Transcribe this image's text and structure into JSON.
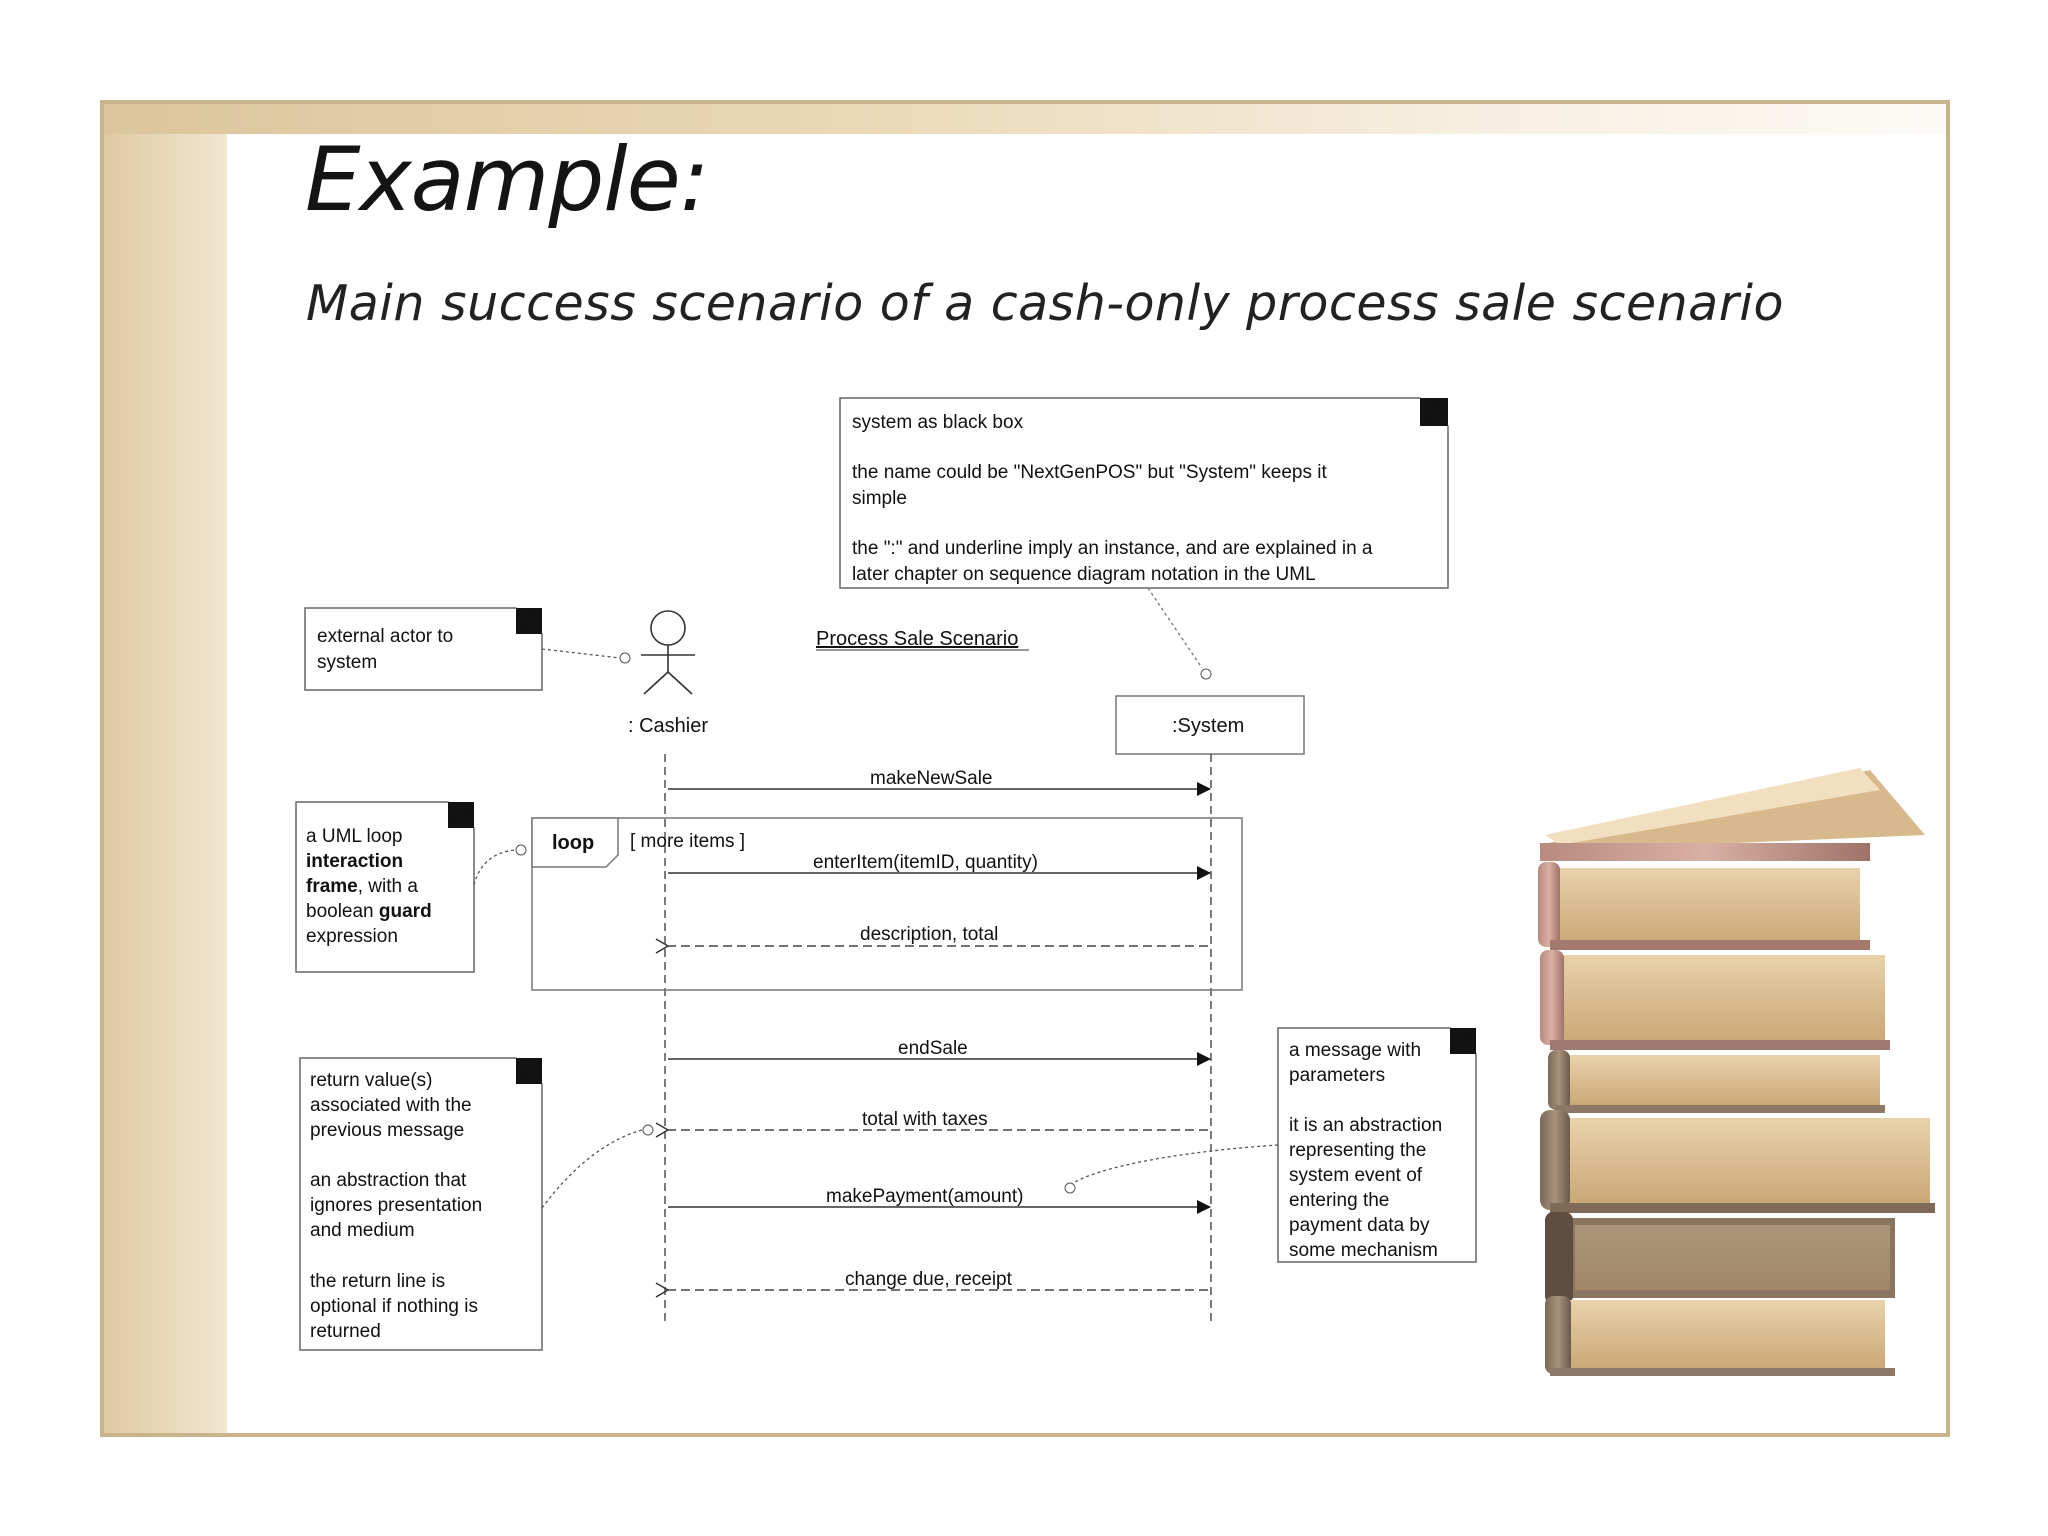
{
  "slide": {
    "title": "Example:",
    "subtitle": "Main success scenario of a cash-only process sale scenario"
  },
  "diagram": {
    "scenario_title": "Process Sale Scenario",
    "lifelines": {
      "actor": ": Cashier",
      "system": ":System"
    },
    "loop": {
      "keyword": "loop",
      "guard": "[ more items ]"
    },
    "messages": {
      "make_new_sale": "makeNewSale",
      "enter_item": "enterItem(itemID, quantity)",
      "description_total": "description, total",
      "end_sale": "endSale",
      "total_with_taxes": "total with taxes",
      "make_payment": "makePayment(amount)",
      "change_due": "change due, receipt"
    },
    "notes": {
      "black_box": [
        "system as black box",
        "the name could be \"NextGenPOS\" but \"System\" keeps it",
        "simple",
        "the \":\" and underline imply an instance, and are explained in a",
        "later chapter on sequence diagram notation in the UML"
      ],
      "actor": [
        "external actor to",
        "system"
      ],
      "loop_frame": {
        "l1": "a UML loop",
        "l2": "interaction",
        "l3a": "frame",
        "l3b": ", with a",
        "l4a": "boolean ",
        "l4b": "guard",
        "l5": "expression"
      },
      "return_value": [
        "return value(s)",
        "associated with the",
        "previous message",
        "an abstraction that",
        "ignores presentation",
        "and medium",
        "the return line is",
        "optional if nothing is",
        "returned"
      ],
      "message_params": [
        "a message with",
        "parameters",
        "it is an abstraction",
        "representing the",
        "system event of",
        "entering the",
        "payment data by",
        "some mechanism"
      ]
    }
  },
  "colors": {
    "frame_border": "#c9b38a",
    "band": "#e3cda5",
    "line": "#444444"
  }
}
